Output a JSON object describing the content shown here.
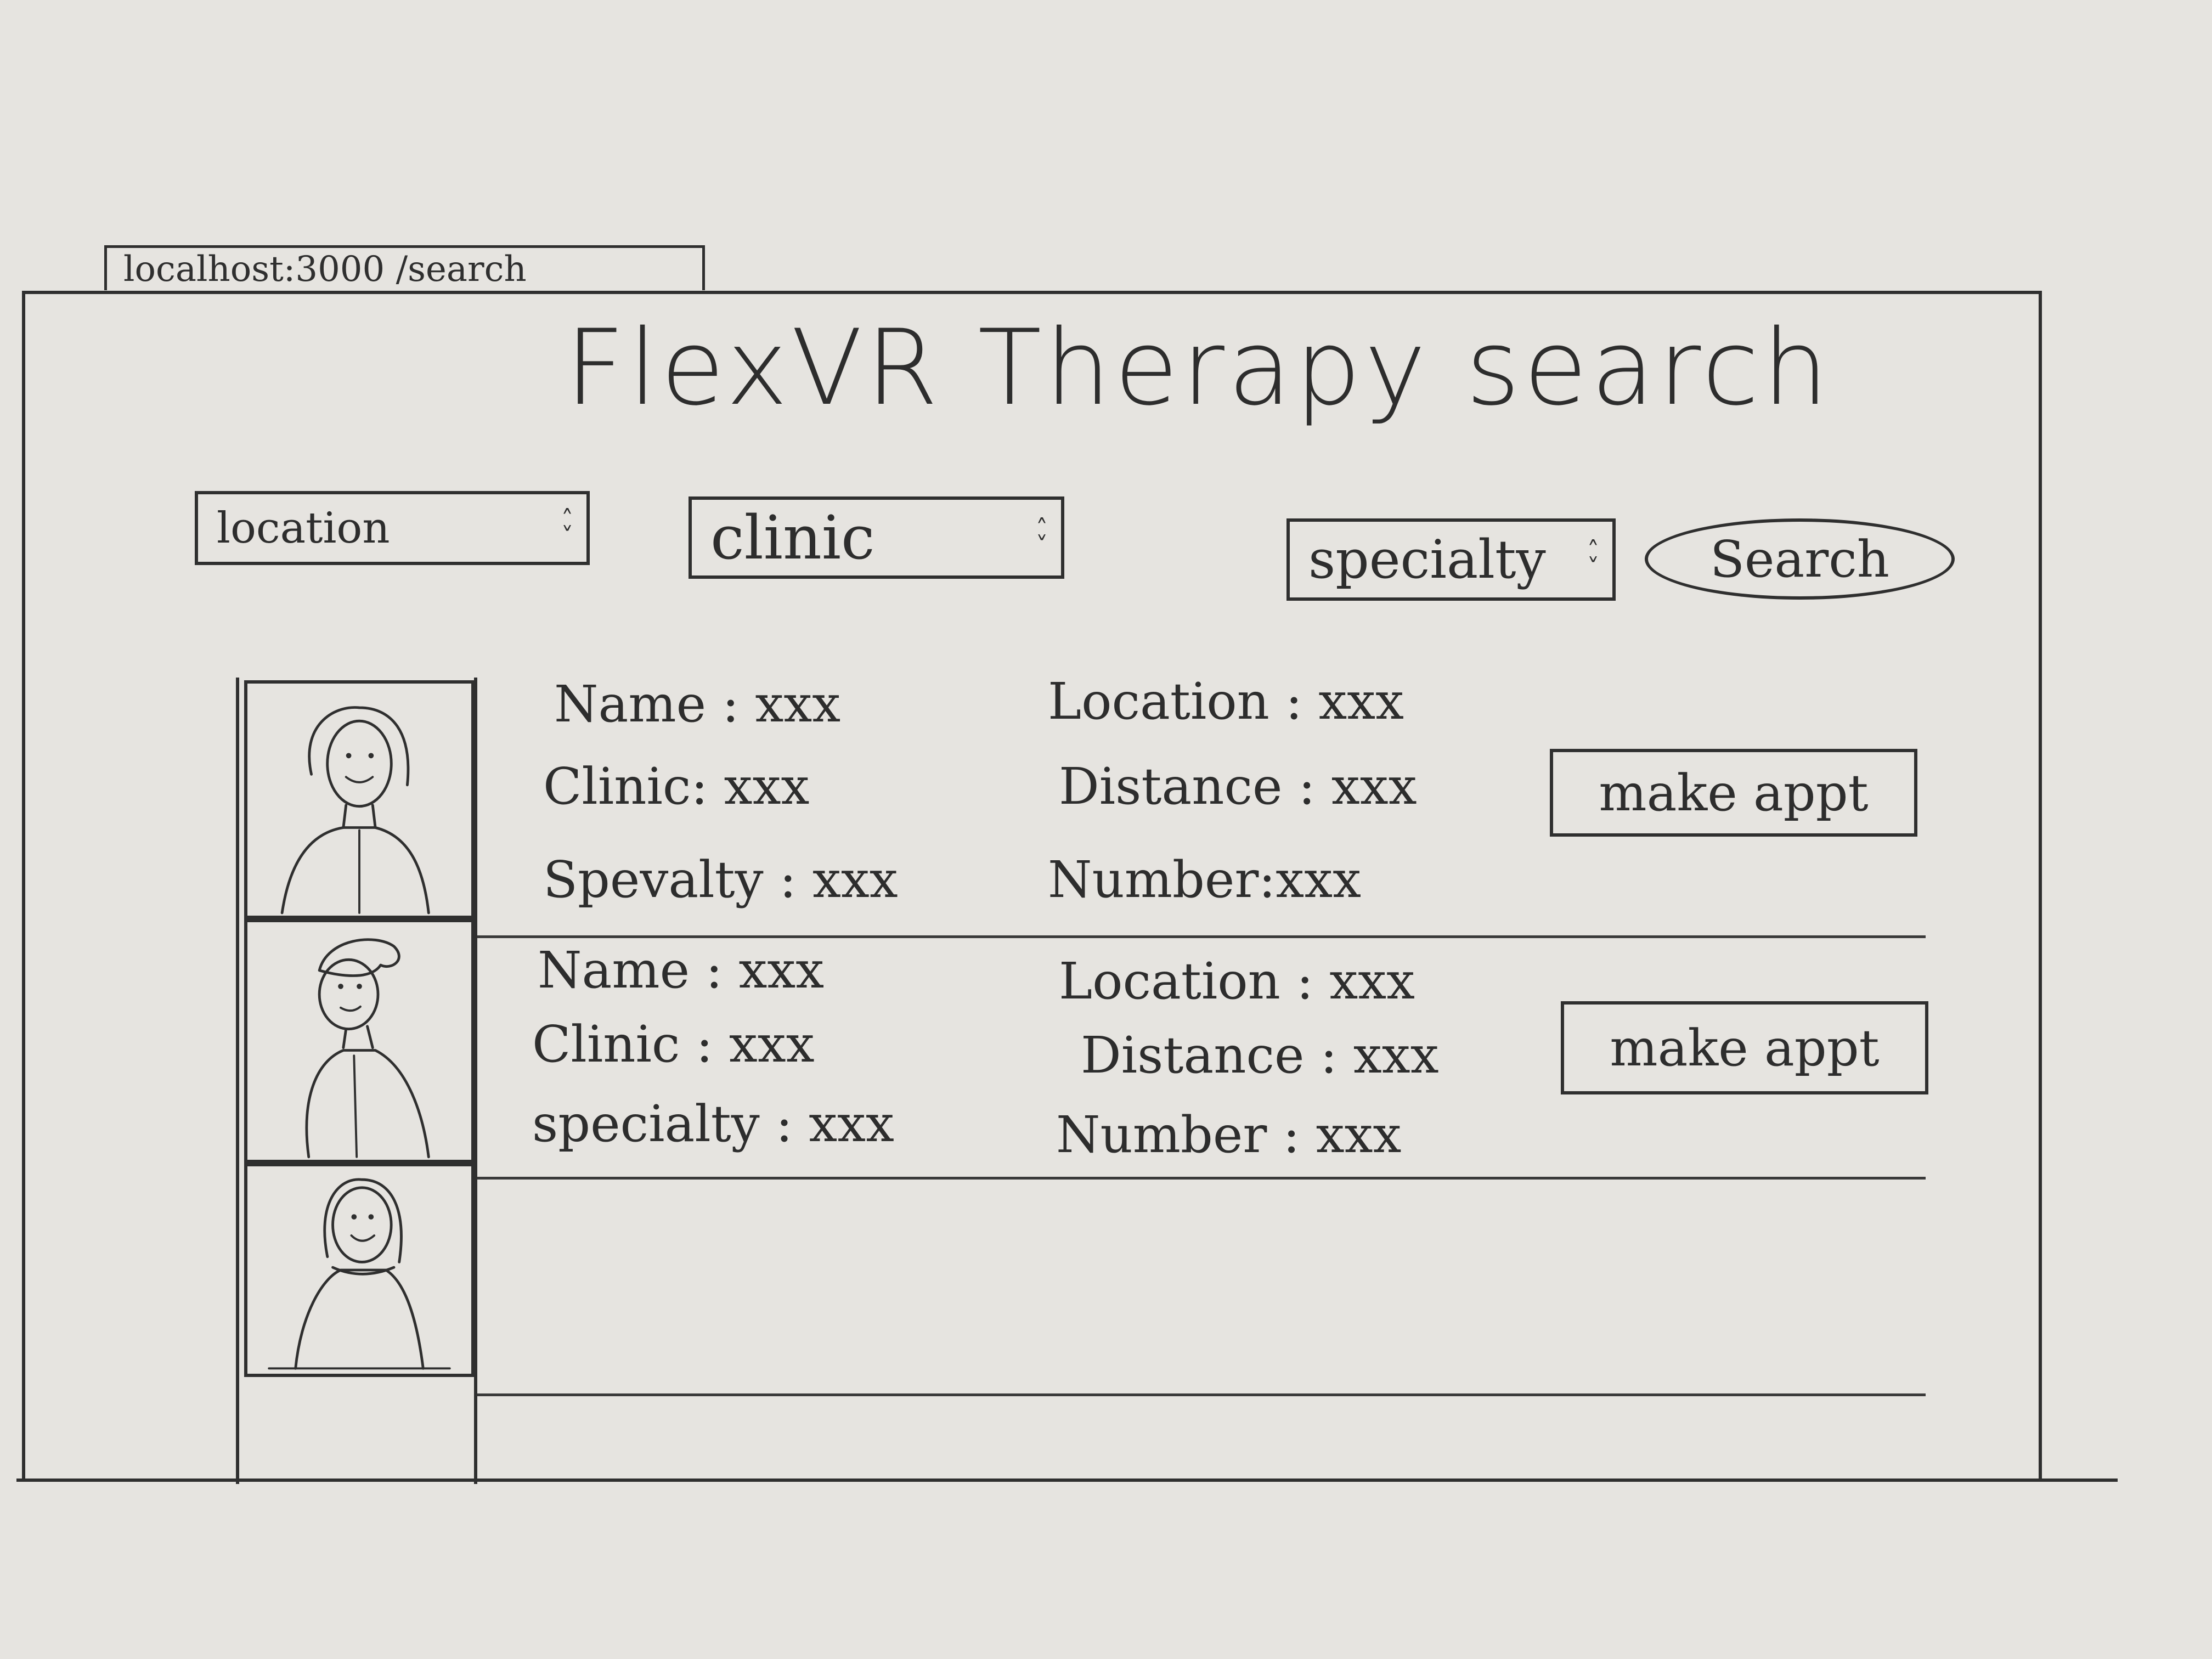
{
  "browser": {
    "address": "localhost:3000 /search"
  },
  "page": {
    "title": "FlexVR Therapy search"
  },
  "filters": {
    "location": {
      "value": "location",
      "arrows": "⌃⌄"
    },
    "clinic": {
      "value": "clinic",
      "arrows": "⌃⌄"
    },
    "specialty": {
      "value": "specialty",
      "arrows": "⌃⌄"
    },
    "search_label": "Search"
  },
  "results": [
    {
      "name": "Name : xxx",
      "clinic": "Clinic: xxx",
      "specialty": "Spevalty : xxx",
      "location": "Location : xxx",
      "distance": "Distance : xxx",
      "number": "Number:xxx",
      "action": "make appt"
    },
    {
      "name": "Name : xxx",
      "clinic": "Clinic : xxx",
      "specialty": "specialty : xxx",
      "location": "Location : xxx",
      "distance": "Distance : xxx",
      "number": "Number : xxx",
      "action": "make appt"
    }
  ],
  "icons": {
    "avatar": "person-sketch-icon"
  }
}
